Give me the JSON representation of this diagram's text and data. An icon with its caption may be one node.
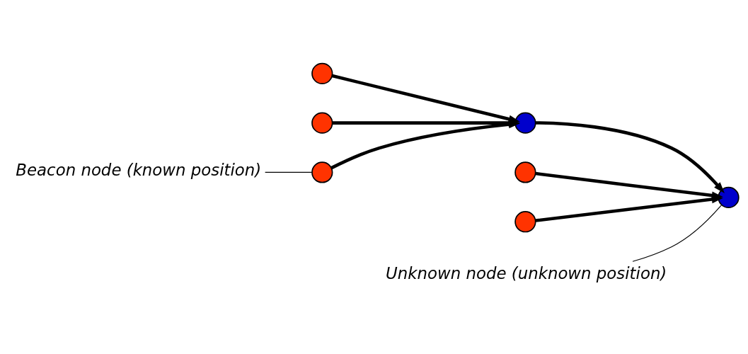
{
  "diagram": {
    "nodes": [
      {
        "text": [],
        "shape": "circle"
      },
      {
        "text": [],
        "shape": "circle"
      },
      {
        "text": [],
        "shape": "circle"
      },
      {
        "text": [],
        "shape": "circle"
      },
      {
        "text": [],
        "shape": "circle"
      },
      {
        "text": [],
        "shape": "circle"
      },
      {
        "text": [],
        "shape": "circle"
      },
      {
        "text": [
          "Unknown node (unknown position)"
        ]
      },
      {
        "text": [
          "Beacon node (known position)"
        ]
      }
    ],
    "edges": [
      {
        "from": 0,
        "to": 2,
        "arrow": "to"
      },
      {
        "from": 4,
        "to": 2,
        "arrow": "to"
      },
      {
        "from": 5,
        "to": 2,
        "arrow": "to"
      },
      {
        "from": 2,
        "to": 3,
        "arrow": "to"
      },
      {
        "from": 1,
        "to": 3,
        "arrow": "to"
      },
      {
        "from": 6,
        "to": 3,
        "arrow": "to"
      },
      {
        "from": 7,
        "to": 3,
        "arrow": "none"
      },
      {
        "from": 8,
        "to": 5,
        "arrow": "none"
      }
    ]
  }
}
